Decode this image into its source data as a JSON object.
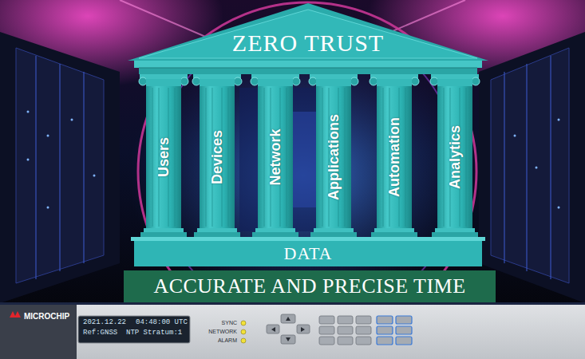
{
  "diagram": {
    "nodes": [
      {
        "text": [
          "ZERO TRUST"
        ]
      },
      {
        "text": [
          "Users"
        ]
      },
      {
        "text": [
          "Devices"
        ]
      },
      {
        "text": [
          "Network"
        ]
      },
      {
        "text": [
          "Applications"
        ]
      },
      {
        "text": [
          "Automation"
        ]
      },
      {
        "text": [
          "Analytics"
        ]
      },
      {
        "text": [
          "DATA"
        ]
      },
      {
        "text": [
          "ACCURATE AND PRECISE TIME"
        ]
      }
    ],
    "labels": [
      "MICROCHIP",
      "2021.12.22",
      "04:48:00 UTC",
      "Ref:GNSS",
      "NTP Stratum:1",
      "SYNC",
      "NETWORK",
      "ALARM"
    ]
  }
}
